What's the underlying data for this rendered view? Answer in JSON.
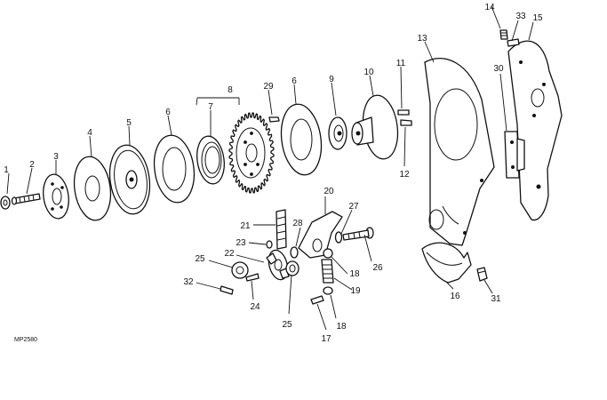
{
  "diagram": {
    "figure_code": "MP2580",
    "callouts": [
      "1",
      "2",
      "3",
      "4",
      "5",
      "6",
      "7",
      "8",
      "29",
      "6",
      "9",
      "10",
      "11",
      "12",
      "13",
      "14",
      "33",
      "15",
      "30",
      "20",
      "21",
      "23",
      "28",
      "27",
      "22",
      "25",
      "26",
      "18",
      "32",
      "24",
      "19",
      "25",
      "18",
      "17",
      "16",
      "31"
    ]
  }
}
